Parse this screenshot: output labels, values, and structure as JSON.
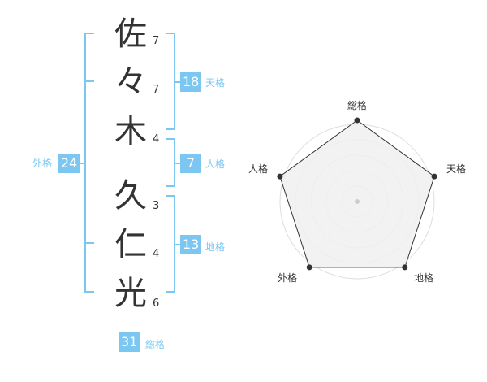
{
  "name_chars": [
    {
      "char": "佐",
      "strokes": "7"
    },
    {
      "char": "々",
      "strokes": "7"
    },
    {
      "char": "木",
      "strokes": "4"
    },
    {
      "char": "久",
      "strokes": "3"
    },
    {
      "char": "仁",
      "strokes": "4"
    },
    {
      "char": "光",
      "strokes": "6"
    }
  ],
  "kaku": {
    "tenkaku": {
      "value": "18",
      "label": "天格"
    },
    "jinkaku": {
      "value": "7",
      "label": "人格"
    },
    "chikaku": {
      "value": "13",
      "label": "地格"
    },
    "gaikaku": {
      "value": "24",
      "label": "外格"
    },
    "soukaku": {
      "value": "31",
      "label": "総格"
    }
  },
  "colors": {
    "accent": "#7cc7f2",
    "text": "#333333",
    "radar_fill": "#f0f0f0",
    "ring": "#dddddd"
  },
  "chart_data": {
    "type": "radar",
    "axes": [
      "総格",
      "天格",
      "地格",
      "外格",
      "人格"
    ],
    "values": [
      5,
      5,
      5,
      5,
      5
    ],
    "max": 5,
    "rings": 5
  }
}
